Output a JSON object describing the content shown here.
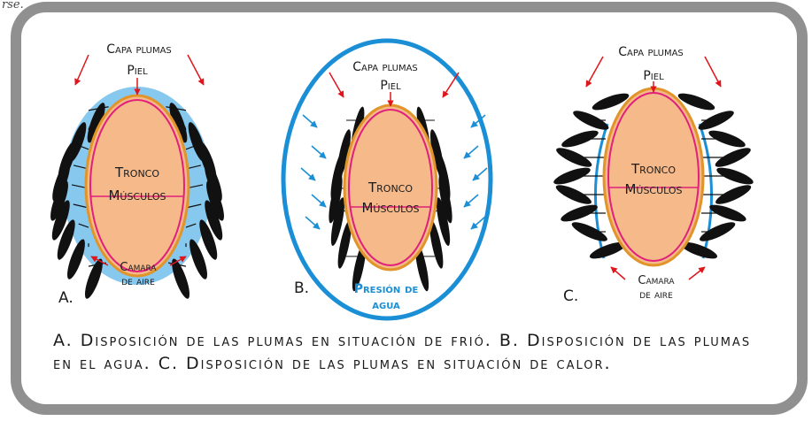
{
  "top_fragment": "rse.",
  "panels": [
    {
      "letter": "A.",
      "capa_plumas": "Capa plumas",
      "piel": "Piel",
      "tronco": "Tronco",
      "musculos": "Músculos",
      "camara_line1": "Camara",
      "camara_line2": "de aire"
    },
    {
      "letter": "B.",
      "capa_plumas": "Capa plumas",
      "piel": "Piel",
      "tronco": "Tronco",
      "musculos": "Músculos",
      "presion_line1": "Presión de",
      "presion_line2": "agua"
    },
    {
      "letter": "C.",
      "capa_plumas": "Capa plumas",
      "piel": "Piel",
      "tronco": "Tronco",
      "musculos": "Músculos",
      "camara_line1": "Camara",
      "camara_line2": "de aire"
    }
  ],
  "caption": "A. Disposición de las plumas en situación de frió. B. Disposición de las plumas en el agua. C. Disposición de las plumas en situación de calor.",
  "colors": {
    "feather": "#111111",
    "air": "#87c8ee",
    "water": "#1b8fd6",
    "trunk": "#f5b98a",
    "muscle": "#e0207a",
    "skin": "#e0942a",
    "arrow": "#e0151b",
    "frame": "#909090"
  }
}
